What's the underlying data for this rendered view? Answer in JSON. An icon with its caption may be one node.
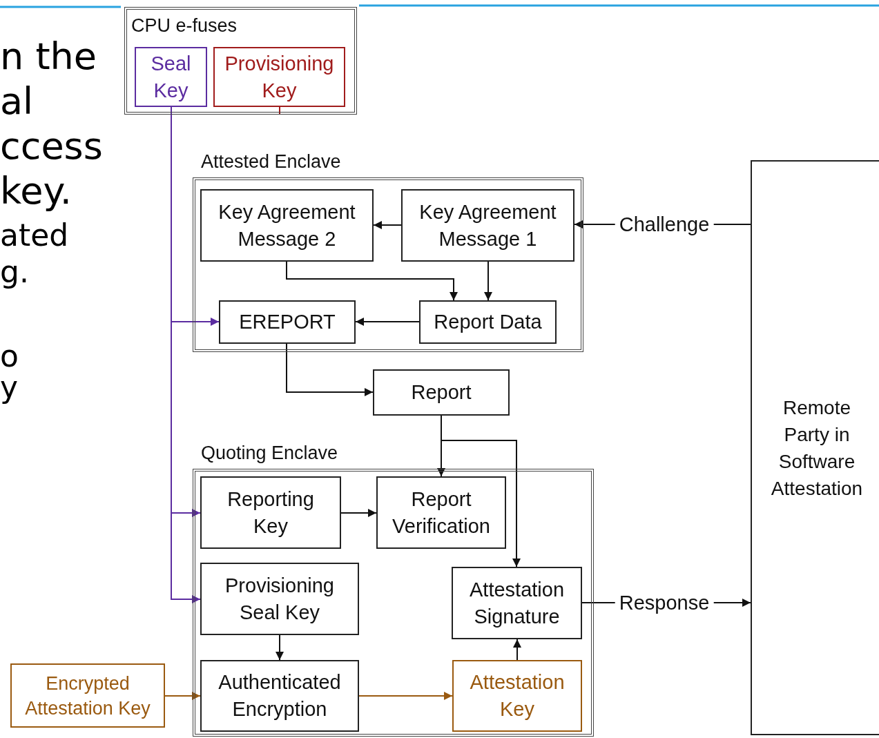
{
  "diagram": {
    "nodes": [
      {
        "text": [
          "CPU e-fuses"
        ]
      },
      {
        "text": [
          "Seal Key"
        ],
        "in": 0
      },
      {
        "text": [
          "Provisioning Key"
        ],
        "in": 0
      },
      {
        "text": [
          "Attested Enclave"
        ]
      },
      {
        "text": [
          "Key Agreement Message 2"
        ],
        "in": 3
      },
      {
        "text": [
          "Key Agreement Message 1"
        ],
        "in": 3
      },
      {
        "text": [
          "EREPORT"
        ],
        "in": 3
      },
      {
        "text": [
          "Report Data"
        ],
        "in": 3
      },
      {
        "text": [
          "Report"
        ]
      },
      {
        "text": [
          "Quoting Enclave"
        ]
      },
      {
        "text": [
          "Reporting Key"
        ],
        "in": 9
      },
      {
        "text": [
          "Report Verification"
        ],
        "in": 9
      },
      {
        "text": [
          "Provisioning Seal Key"
        ],
        "in": 9
      },
      {
        "text": [
          "Attestation Signature"
        ],
        "in": 9
      },
      {
        "text": [
          "Authenticated Encryption"
        ],
        "in": 9
      },
      {
        "text": [
          "Attestation Key"
        ],
        "in": 9
      },
      {
        "text": [
          "Encrypted Attestation Key"
        ]
      },
      {
        "text": [
          "Remote Party in Software Attestation"
        ]
      }
    ],
    "edges": [
      {
        "from": 5,
        "to": 4,
        "arrow": "to"
      },
      {
        "from": 17,
        "to": 5,
        "arrow": "to",
        "label": "Challenge"
      },
      {
        "from": 4,
        "to": 7,
        "arrow": "to"
      },
      {
        "from": 5,
        "to": 7,
        "arrow": "to"
      },
      {
        "from": 7,
        "to": 6,
        "arrow": "to"
      },
      {
        "from": 1,
        "to": 6,
        "arrow": "to",
        "color": "#5b2ca0"
      },
      {
        "from": 1,
        "to": 10,
        "arrow": "to",
        "color": "#5b2ca0"
      },
      {
        "from": 1,
        "to": 12,
        "arrow": "to",
        "color": "#5b2ca0"
      },
      {
        "from": 6,
        "to": 8,
        "arrow": "to"
      },
      {
        "from": 8,
        "to": 11,
        "arrow": "to"
      },
      {
        "from": 8,
        "to": 13,
        "arrow": "to"
      },
      {
        "from": 10,
        "to": 11,
        "arrow": "to"
      },
      {
        "from": 12,
        "to": 14,
        "arrow": "to"
      },
      {
        "from": 16,
        "to": 14,
        "arrow": "to",
        "color": "#9a5a10"
      },
      {
        "from": 14,
        "to": 15,
        "arrow": "to",
        "color": "#9a5a10"
      },
      {
        "from": 15,
        "to": 13,
        "arrow": "to"
      },
      {
        "from": 13,
        "to": 17,
        "arrow": "to",
        "label": "Response"
      }
    ],
    "labels": [
      "n the",
      "al",
      "ccess",
      "key.",
      "ated",
      "g.",
      "o",
      "y"
    ]
  }
}
